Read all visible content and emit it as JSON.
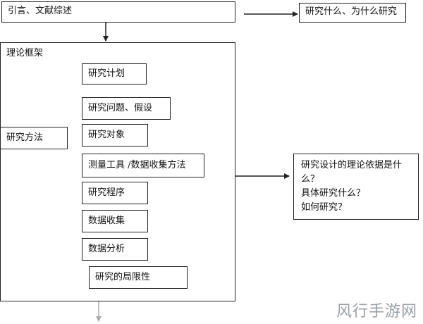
{
  "top_box": "引言、文献综述",
  "why_box": "研究什么、为什么研究",
  "framework_title": "理论框架",
  "methods_label": "研究方法",
  "steps": [
    "研究计划",
    "研究问题、假设",
    "研究对象",
    "测量工具 /数据收集方法",
    "研究程序",
    "数据收集",
    "数据分析",
    "研究的局限性"
  ],
  "rationale_lines": [
    "研究设计的理论依据是什么？",
    "具体研究什么？",
    "如何研究？"
  ],
  "watermark": "风行手游网"
}
